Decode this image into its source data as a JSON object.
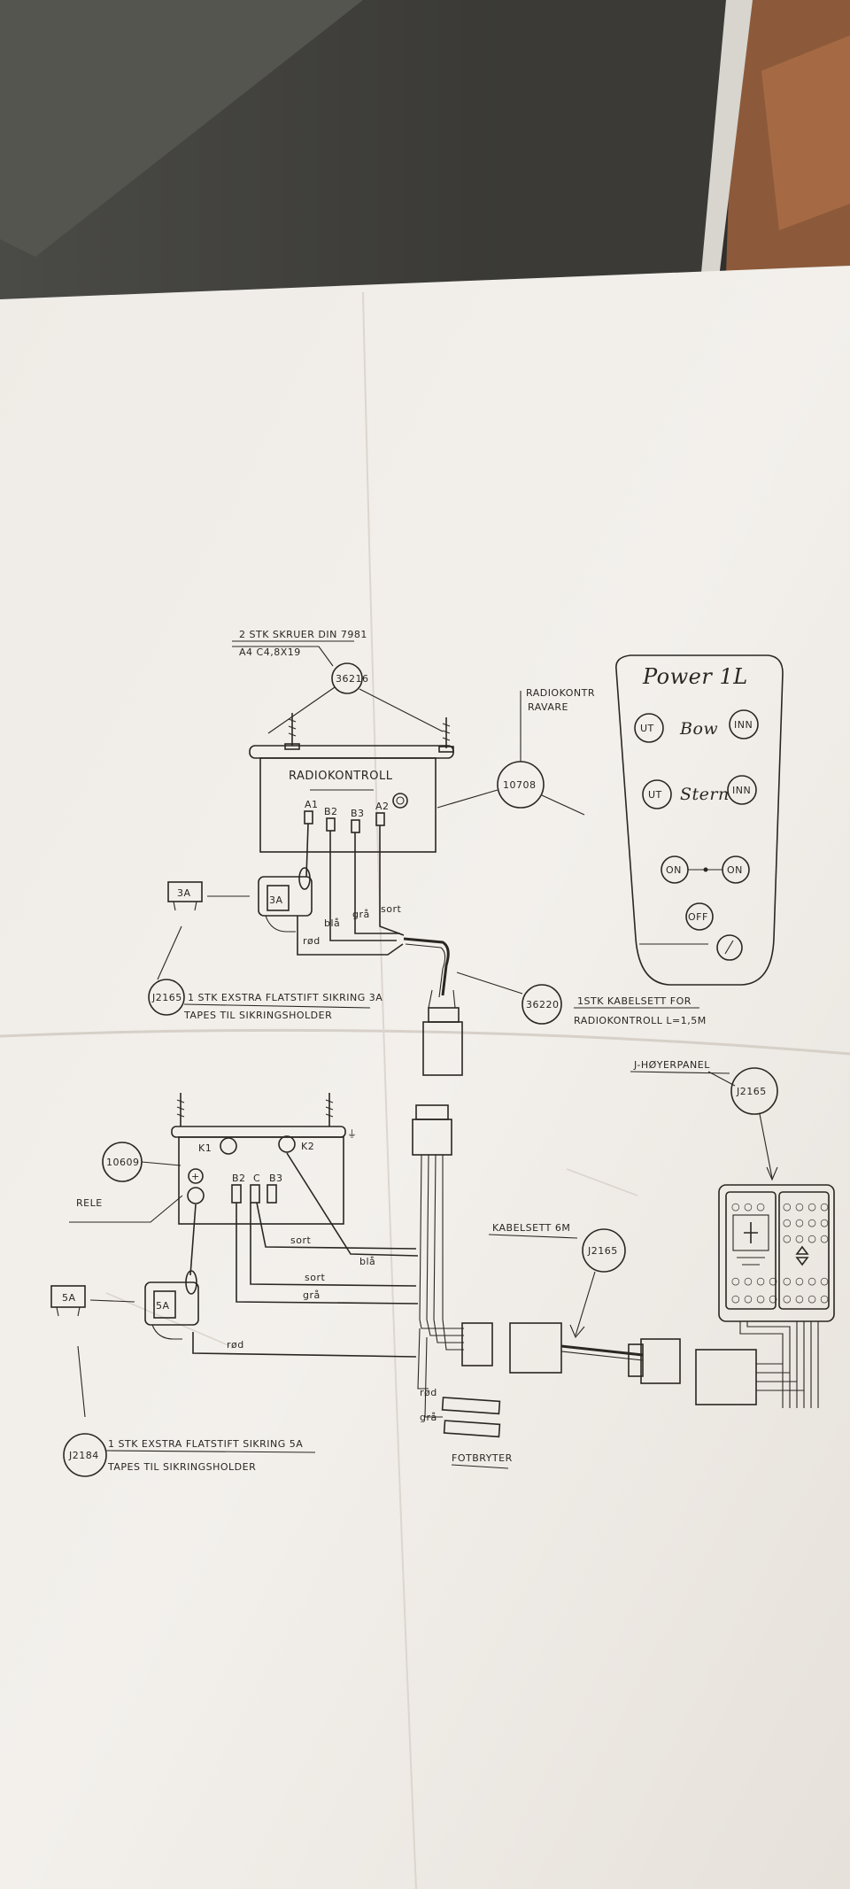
{
  "screw_note": {
    "line1": "2 STK SKRUER DIN 7981",
    "line2": "A4 C4,8X19",
    "part": "36216"
  },
  "radio_unit": {
    "label": "RADIOKONTROLL",
    "terminals": [
      "A1",
      "B2",
      "B3",
      "A2"
    ]
  },
  "receiver_callout": {
    "line1": "RADIOKONTR",
    "line2": "RAVARE",
    "part": "10708"
  },
  "remote": {
    "title": "Power 1L",
    "row1": {
      "left": "UT",
      "label": "Bow",
      "right": "INN"
    },
    "row2": {
      "left": "UT",
      "label": "Stern",
      "right": "INN"
    },
    "row3": {
      "left": "ON",
      "right": "ON"
    },
    "off": "OFF"
  },
  "fuse_top": {
    "label": "3A",
    "holder": "3A",
    "part": "J2165",
    "line1": "1 STK EXSTRA FLATSTIFT SIKRING 3A",
    "line2": "TAPES TIL SIKRINGSHOLDER"
  },
  "cable_kit": {
    "part": "36220",
    "line1": "1STK KABELSETT FOR",
    "line2": "RADIOKONTROLL L=1,5M"
  },
  "wires_top": {
    "red": "rød",
    "blue": "blå",
    "green": "grå",
    "black": "sort"
  },
  "relay": {
    "part": "10609",
    "label": "RELE",
    "k1": "K1",
    "k2": "K2",
    "terminals": [
      "B2",
      "C",
      "B3"
    ]
  },
  "wires_bottom": {
    "black1": "sort",
    "blue": "blå",
    "black2": "sort",
    "grey": "grå",
    "red": "rød"
  },
  "fuse_bottom": {
    "label": "5A",
    "holder": "5A",
    "part": "J2184",
    "line1": "1 STK EXSTRA FLATSTIFT SIKRING 5A",
    "line2": "TAPES TIL SIKRINGSHOLDER"
  },
  "panel": {
    "title": "J-HØYERPANEL",
    "part": "J2165"
  },
  "cable_6m": {
    "label": "KABELSETT 6M",
    "part": "J2165"
  },
  "foot_switch": {
    "wire1": "rød",
    "wire2": "grå",
    "label": "FOTBRYTER"
  }
}
